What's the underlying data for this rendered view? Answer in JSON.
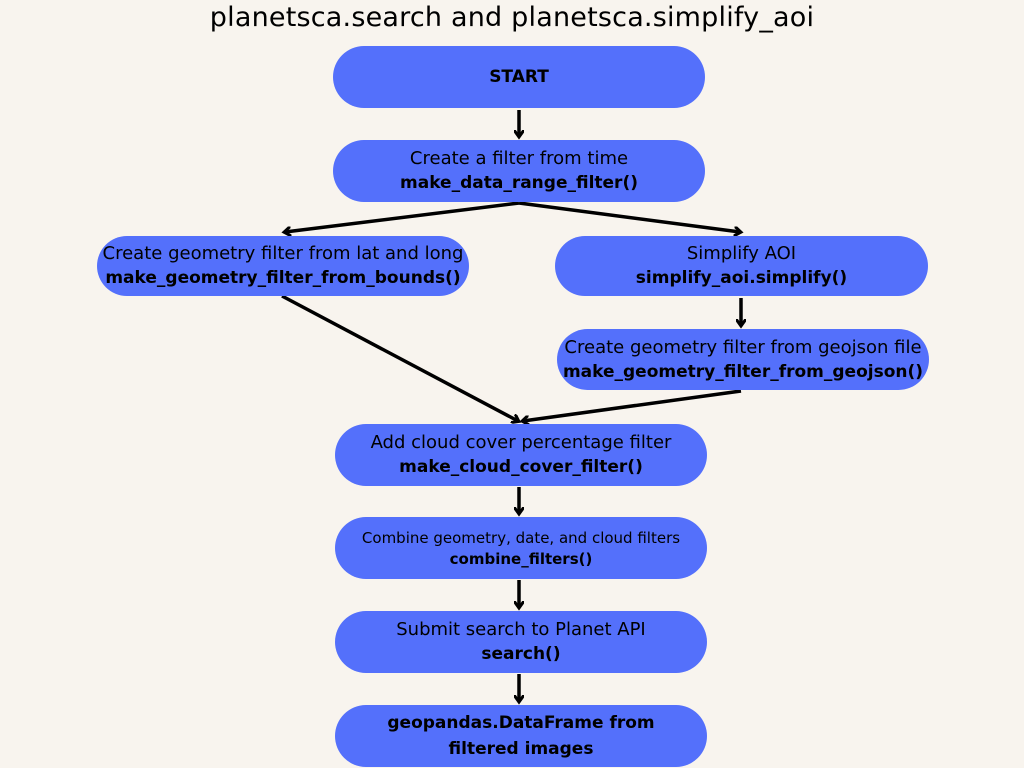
{
  "title": "planetsca.search and planetsca.simplify_aoi",
  "nodes": {
    "start": {
      "label": "START"
    },
    "date_filter": {
      "label": "Create a filter from time",
      "func": "make_data_range_filter()"
    },
    "geom_bounds": {
      "label": "Create geometry filter from lat and long",
      "func": "make_geometry_filter_from_bounds()"
    },
    "simplify": {
      "label": "Simplify AOI",
      "func": "simplify_aoi.simplify()"
    },
    "geom_geojson": {
      "label": "Create geometry filter from geojson file",
      "func": "make_geometry_filter_from_geojson()"
    },
    "cloud": {
      "label": "Add cloud cover  percentage filter",
      "func": "make_cloud_cover_filter()"
    },
    "combine": {
      "label": "Combine geometry, date, and cloud filters",
      "func": "combine_filters()"
    },
    "search": {
      "label": "Submit search to Planet API",
      "func": "search()"
    },
    "result": {
      "label": "geopandas.DataFrame from filtered images"
    }
  },
  "colors": {
    "background": "#f8f4ee",
    "node_fill": "#5470fb",
    "arrow": "#000000"
  }
}
